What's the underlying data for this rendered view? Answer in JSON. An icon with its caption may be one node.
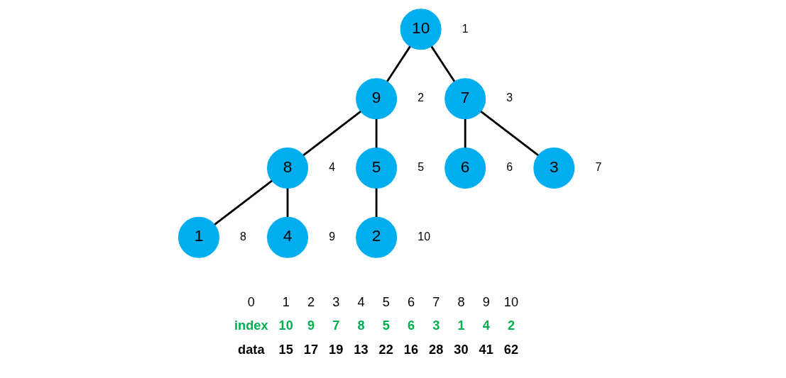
{
  "diagram": {
    "nodes": [
      {
        "text": [
          "10"
        ],
        "beside": [
          "1"
        ]
      },
      {
        "text": [
          "9"
        ],
        "beside": [
          "2"
        ]
      },
      {
        "text": [
          "7"
        ],
        "beside": [
          "3"
        ]
      },
      {
        "text": [
          "8"
        ],
        "beside": [
          "4"
        ]
      },
      {
        "text": [
          "5"
        ],
        "beside": [
          "5"
        ]
      },
      {
        "text": [
          "6"
        ],
        "beside": [
          "6"
        ]
      },
      {
        "text": [
          "3"
        ],
        "beside": [
          "7"
        ]
      },
      {
        "text": [
          "1"
        ],
        "beside": [
          "8"
        ]
      },
      {
        "text": [
          "4"
        ],
        "beside": [
          "9"
        ]
      },
      {
        "text": [
          "2"
        ],
        "beside": [
          "10"
        ]
      }
    ],
    "edges": [
      {
        "from": 0,
        "to": 1,
        "arrow": "none"
      },
      {
        "from": 0,
        "to": 2,
        "arrow": "none"
      },
      {
        "from": 1,
        "to": 3,
        "arrow": "none"
      },
      {
        "from": 1,
        "to": 4,
        "arrow": "none"
      },
      {
        "from": 2,
        "to": 5,
        "arrow": "none"
      },
      {
        "from": 2,
        "to": 6,
        "arrow": "none"
      },
      {
        "from": 3,
        "to": 7,
        "arrow": "none"
      },
      {
        "from": 3,
        "to": 8,
        "arrow": "none"
      },
      {
        "from": 4,
        "to": 9,
        "arrow": "none"
      }
    ],
    "labels": [
      "0",
      "1",
      "2",
      "3",
      "4",
      "5",
      "6",
      "7",
      "8",
      "9",
      "10",
      "index",
      "10",
      "9",
      "7",
      "8",
      "5",
      "6",
      "3",
      "1",
      "4",
      "2",
      "data",
      "15",
      "17",
      "19",
      "13",
      "22",
      "16",
      "28",
      "30",
      "41",
      "62"
    ]
  }
}
